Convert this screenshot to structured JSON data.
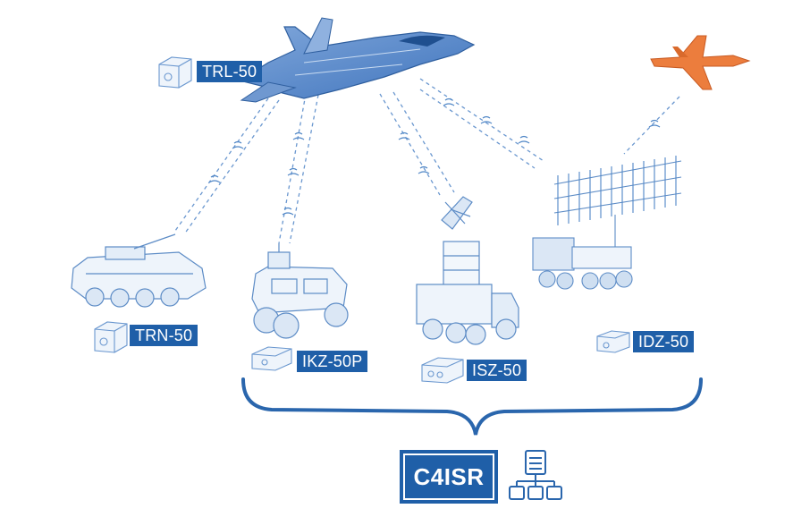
{
  "labels": {
    "trl": "TRL-50",
    "trn": "TRN-50",
    "ikz": "IKZ-50P",
    "isz": "ISZ-50",
    "idz": "IDZ-50",
    "c4isr": "C4ISR"
  },
  "colors": {
    "tag_blue": "#1f5fa8",
    "line_blue": "#4f86c6",
    "light_blue": "#9cbbe3",
    "hostile_orange": "#e8793a"
  },
  "icons": [
    "fighter-jet-icon",
    "hostile-jet-icon",
    "device-icon",
    "network-hierarchy-icon"
  ]
}
